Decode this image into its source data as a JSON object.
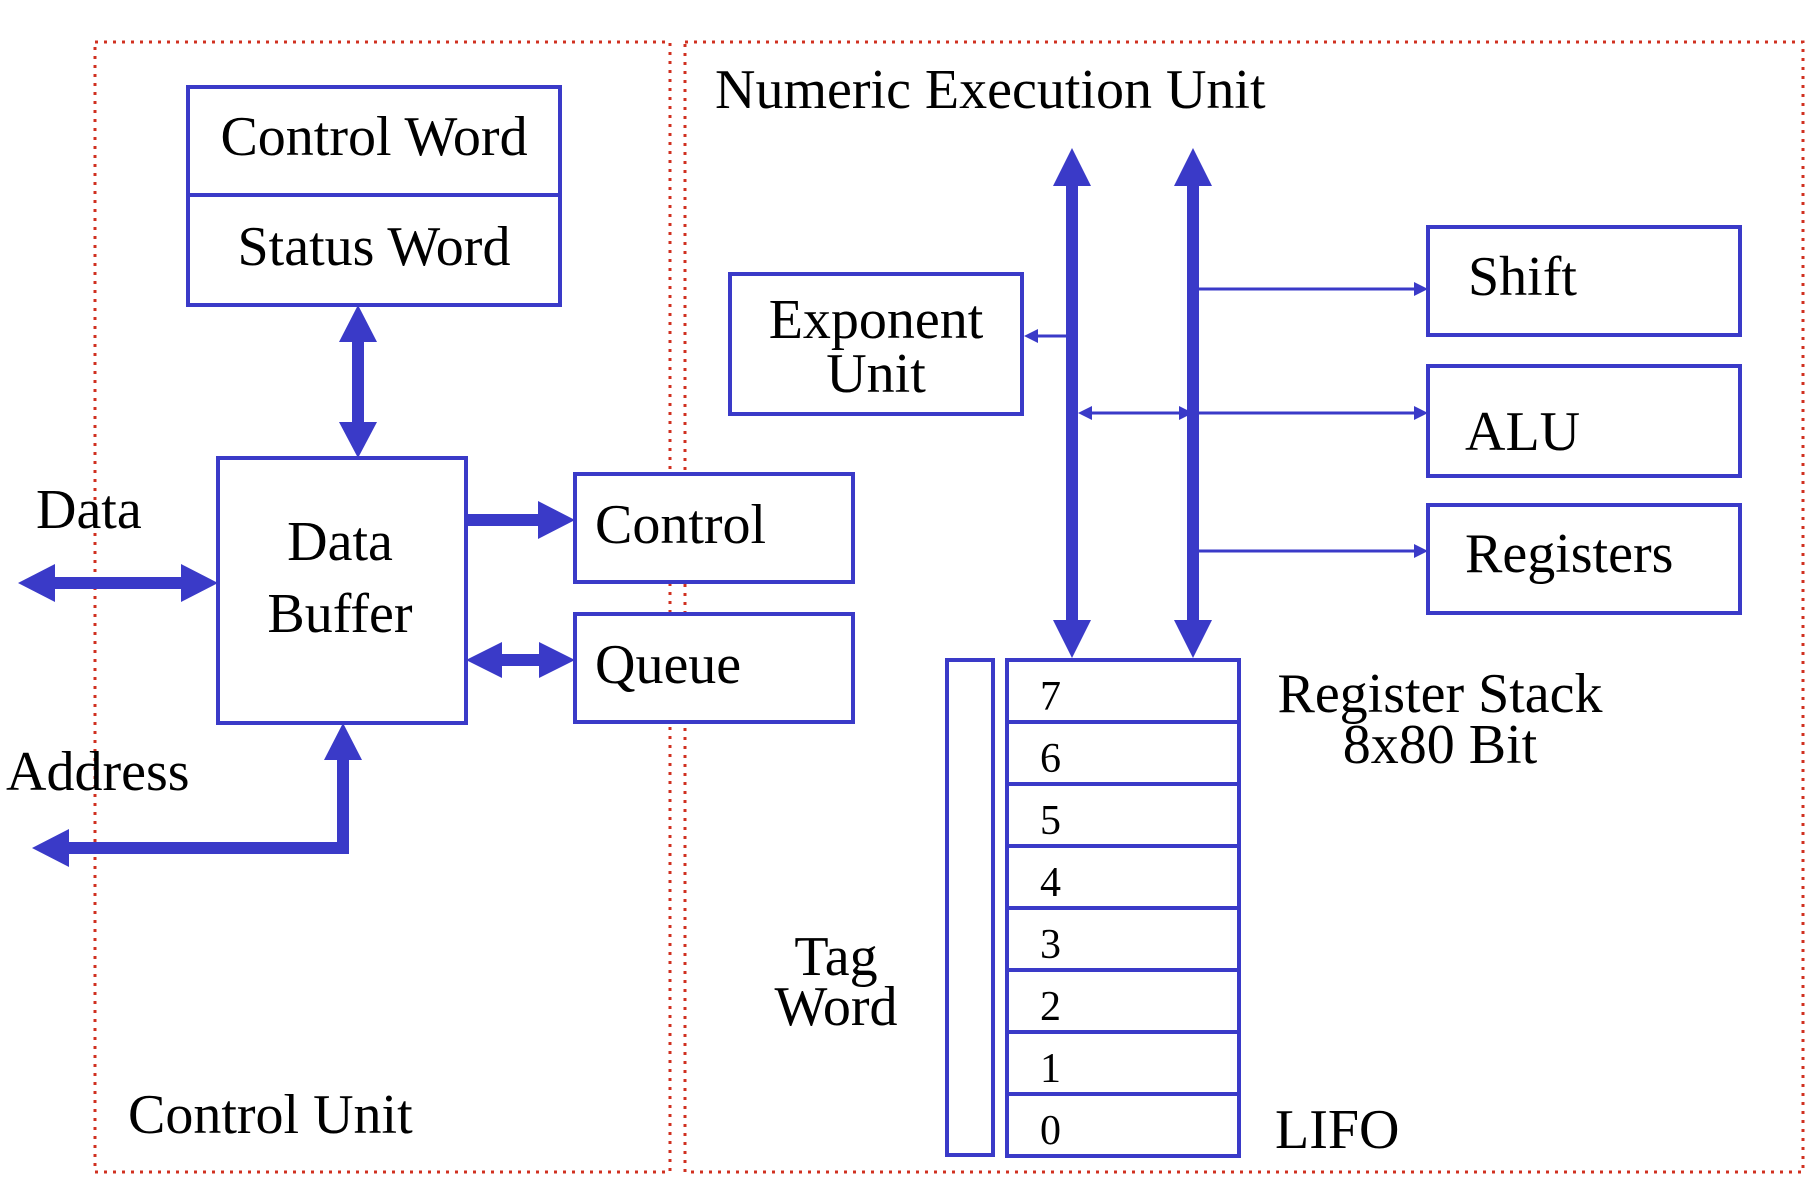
{
  "regions": {
    "control_unit": "Control Unit",
    "numeric_unit": "Numeric Execution Unit"
  },
  "control_unit": {
    "control_word": "Control Word",
    "status_word": "Status Word",
    "data_buffer_line1": "Data",
    "data_buffer_line2": "Buffer",
    "control": "Control",
    "queue": "Queue",
    "data_label": "Data",
    "address_label": "Address"
  },
  "numeric_unit": {
    "exponent_line1": "Exponent",
    "exponent_line2": "Unit",
    "shift": "Shift",
    "alu": "ALU",
    "registers": "Registers",
    "tag_line1": "Tag",
    "tag_line2": "Word",
    "stack_line1": "Register Stack",
    "stack_line2": "8x80 Bit",
    "lifo": "LIFO",
    "stack_registers": [
      "7",
      "6",
      "5",
      "4",
      "3",
      "2",
      "1",
      "0"
    ]
  },
  "colors": {
    "block_blue": "#3a3ac8",
    "region_red": "#d03020"
  }
}
